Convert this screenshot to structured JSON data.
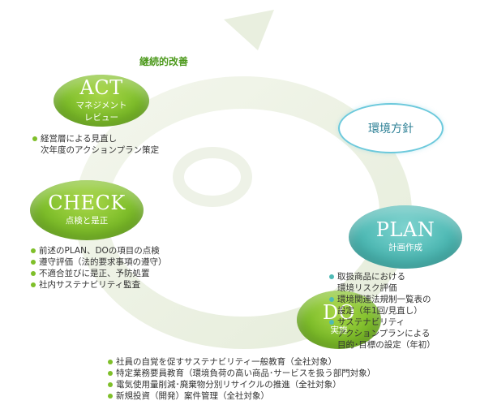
{
  "cycle_label": "継続的改善",
  "nodes": {
    "act": {
      "title": "ACT",
      "sub": [
        "マネジメント",
        "レビュー"
      ]
    },
    "check": {
      "title": "CHECK",
      "sub": [
        "点検と是正"
      ]
    },
    "plan": {
      "title": "PLAN",
      "sub": [
        "計画作成"
      ]
    },
    "do": {
      "title": "DO",
      "sub": [
        "実施"
      ]
    },
    "policy": {
      "title": "環境方針"
    }
  },
  "act_items": [
    [
      "経営層による見直し",
      "次年度のアクションプラン策定"
    ]
  ],
  "check_items": [
    [
      "前述のPLAN、DOの項目の点検"
    ],
    [
      "遵守評価（法的要求事項の遵守）"
    ],
    [
      "不適合並びに是正、予防処置"
    ],
    [
      "社内サステナビリティ監査"
    ]
  ],
  "plan_items": [
    [
      "取扱商品における",
      "環境リスク評価"
    ],
    [
      "環境関連法規制一覧表の",
      "設定（年1回/見直し）"
    ],
    [
      "サステナビリティ",
      "アクションプランによる",
      "目的･目標の設定（年初）"
    ]
  ],
  "do_items": [
    [
      "社員の自覚を促すサステナビリティ一般教育（全社対象）"
    ],
    [
      "特定業務要員教育（環境負荷の高い商品･サービスを扱う部門対象）"
    ],
    [
      "電気使用量削減･廃棄物分別リサイクルの推進（全社対象）"
    ],
    [
      "新規投資（開発）案件管理（全社対象）"
    ]
  ],
  "colors": {
    "green": "#7fbf2a",
    "teal": "#4fbab5",
    "policy_border": "#6cc9dc",
    "cycle_arrow": "#eef3e4"
  }
}
